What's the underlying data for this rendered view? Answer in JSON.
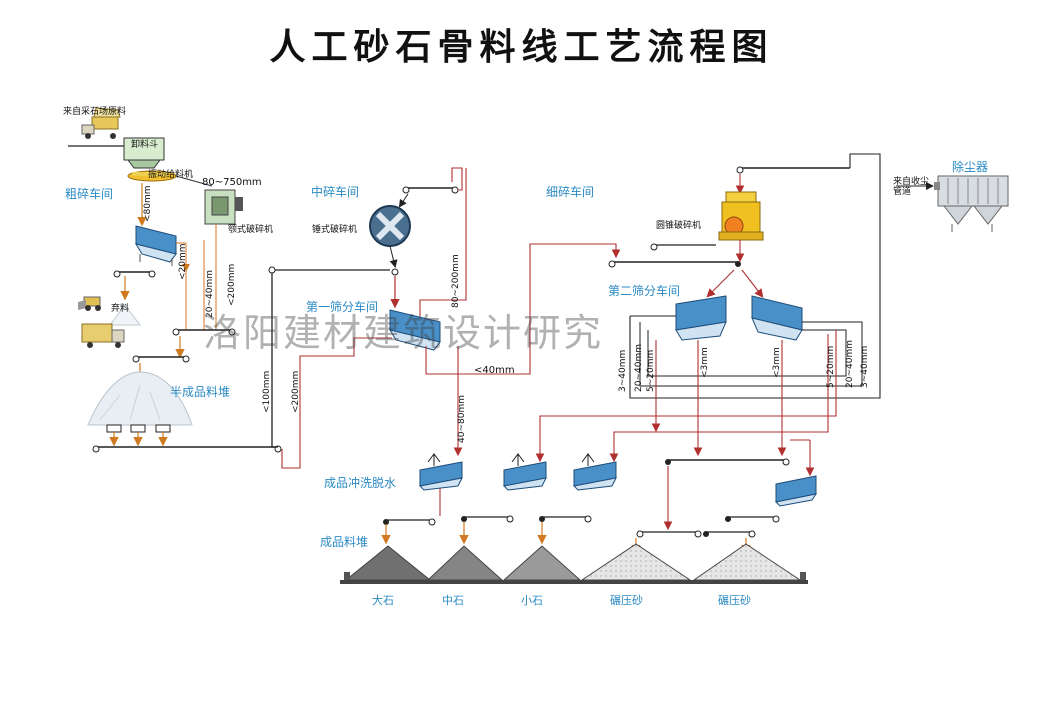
{
  "title": "人工砂石骨料线工艺流程图",
  "watermark": "洛阳建材建筑设计研究",
  "sections": {
    "coarse": "粗碎车间",
    "medium": "中碎车间",
    "fine": "细碎车间",
    "screen1": "第一筛分车间",
    "screen2": "第二筛分车间",
    "dust": "除尘器",
    "semi_pile": "半成品料堆",
    "washing": "成品冲洗脱水",
    "product_pile": "成品料堆"
  },
  "equipment": {
    "raw_source": "来自采石场原料",
    "hopper": "卸料斗",
    "feeder": "振动给料机",
    "jaw_crusher": "颚式破碎机",
    "hammer_crusher": "锤式破碎机",
    "cone_crusher": "圆锥破碎机",
    "waste": "弃料",
    "dust_pipe": "来自收尘管道"
  },
  "sizes": {
    "feed": "80~750mm",
    "lt80": "<80mm",
    "lt20": "<20mm",
    "r20_40": "20~40mm",
    "lt200a": "<200mm",
    "lt100": "<100mm",
    "lt200b": "<200mm",
    "r80_200": "80~200mm",
    "lt40": "<40mm",
    "r40_80": "40~80mm",
    "r3_40": "3~40mm",
    "r20_40b": "20~40mm",
    "r5_20": "5~20mm",
    "lt3a": "<3mm",
    "lt3b": "<3mm",
    "r5_20b": "5~20mm",
    "r20_40c": "20~40mm",
    "r3_40b": "3~40mm"
  },
  "products": [
    "大石",
    "中石",
    "小石",
    "碾压砂",
    "碾压砂"
  ],
  "colors": {
    "screen": "#4a90c8",
    "flow_red": "#b03030",
    "flow_orange": "#d07a20",
    "label_blue": "#2a8ac4"
  }
}
